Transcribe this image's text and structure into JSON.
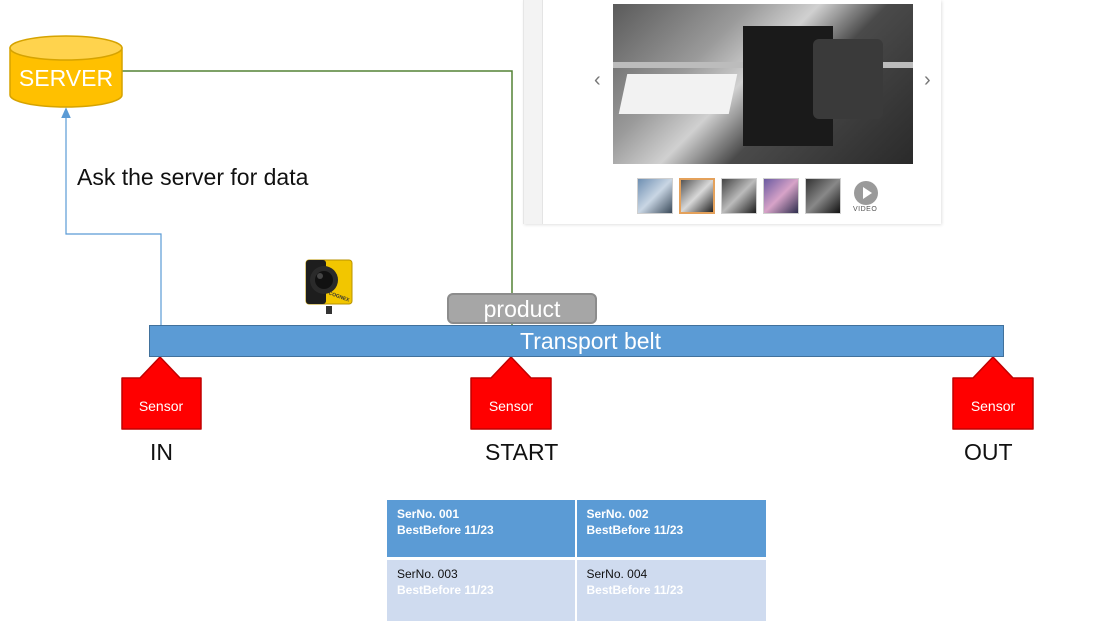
{
  "server": {
    "label": "SERVER"
  },
  "ask_label": "Ask the server for data",
  "camera": {
    "brand": "COGNEX"
  },
  "photo_panel": {
    "prev_arrow": "‹",
    "next_arrow": "›",
    "video_label": "VIDEO"
  },
  "product": {
    "label": "product"
  },
  "belt": {
    "label": "Transport belt"
  },
  "sensors": [
    {
      "label": "Sensor",
      "position": "IN"
    },
    {
      "label": "Sensor",
      "position": "START"
    },
    {
      "label": "Sensor",
      "position": "OUT"
    }
  ],
  "table": {
    "rows": [
      [
        {
          "serno": "SerNo. 001",
          "best_before": "BestBefore 11/23"
        },
        {
          "serno": "SerNo. 002",
          "best_before": "BestBefore 11/23"
        }
      ],
      [
        {
          "serno": "SerNo. 003",
          "best_before": "BestBefore 11/23"
        },
        {
          "serno": "SerNo. 004",
          "best_before": "BestBefore 11/23"
        }
      ]
    ]
  },
  "colors": {
    "belt": "#5b9bd5",
    "server": "#ffc000",
    "sensor": "#ff0000",
    "product": "#a6a6a6",
    "query_line": "#5b9bd5",
    "data_line": "#548235"
  }
}
